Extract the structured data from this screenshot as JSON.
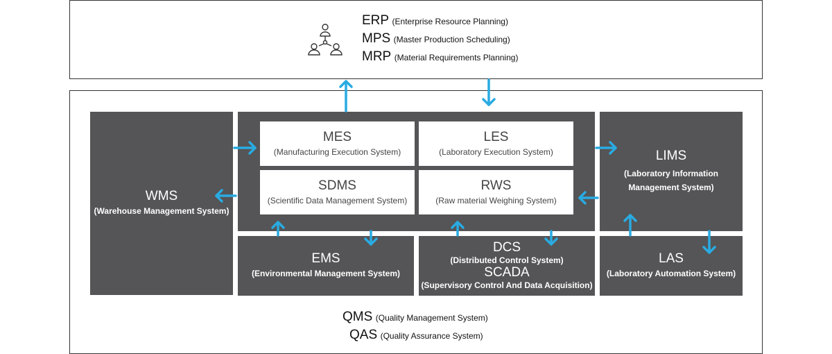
{
  "top": {
    "icon": "people-network-icon",
    "lines": [
      {
        "abbr": "ERP",
        "full": "(Enterprise Resource Planning)"
      },
      {
        "abbr": "MPS",
        "full": "(Master Production Scheduling)"
      },
      {
        "abbr": "MRP",
        "full": "(Material Requirements Planning)"
      }
    ]
  },
  "systems": {
    "wms": {
      "abbr": "WMS",
      "full": "(Warehouse Management System)"
    },
    "mes": {
      "abbr": "MES",
      "full": "(Manufacturing Execution System)"
    },
    "les": {
      "abbr": "LES",
      "full": "(Laboratory Execution System)"
    },
    "sdms": {
      "abbr": "SDMS",
      "full": "(Scientific Data Management System)"
    },
    "rws": {
      "abbr": "RWS",
      "full": "(Raw material Weighing System)"
    },
    "lims": {
      "abbr": "LIMS",
      "full1": "(Laboratory Information",
      "full2": "Management System)"
    },
    "ems": {
      "abbr": "EMS",
      "full": "(Environmental Management System)"
    },
    "dcs": {
      "abbr": "DCS",
      "full": "(Distributed Control System)"
    },
    "scada": {
      "abbr": "SCADA",
      "full": "(Supervisory Control And Data Acquisition)"
    },
    "las": {
      "abbr": "LAS",
      "full": "(Laboratory Automation System)"
    }
  },
  "bottom": {
    "lines": [
      {
        "abbr": "QMS",
        "full": "(Quality Management System)"
      },
      {
        "abbr": "QAS",
        "full": "(Quality Assurance System)"
      }
    ]
  },
  "colors": {
    "arrow": "#29abe2",
    "dark_box": "#555456",
    "border": "#333333"
  }
}
